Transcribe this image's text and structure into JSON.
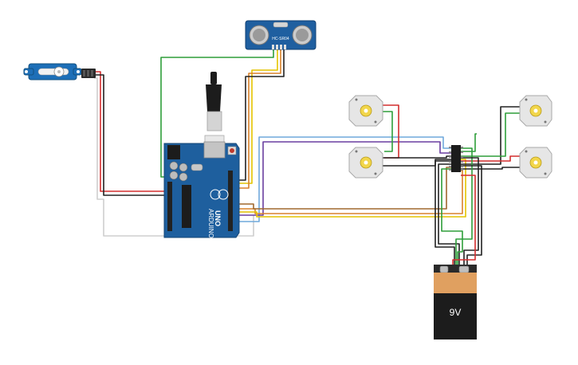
{
  "circuit": {
    "board": {
      "label_uno": "UNO",
      "label_arduino": "ARDUINO"
    },
    "sensor": {
      "label": "HC-SR04"
    },
    "battery": {
      "label": "9V"
    }
  },
  "colors": {
    "wire_red": "#d32f2f",
    "wire_black": "#222222",
    "wire_green": "#2e9e3a",
    "wire_yellow": "#e4c400",
    "wire_orange": "#d9822b",
    "wire_blue": "#6fa8dc",
    "wire_purple": "#6a3fa0",
    "wire_gray": "#cfcfcf",
    "board_blue": "#1e5f9e",
    "motor_body": "#e6e6e6",
    "motor_hub": "#f2d64b",
    "battery_orange": "#e0a060",
    "battery_black": "#1c1c1c"
  }
}
